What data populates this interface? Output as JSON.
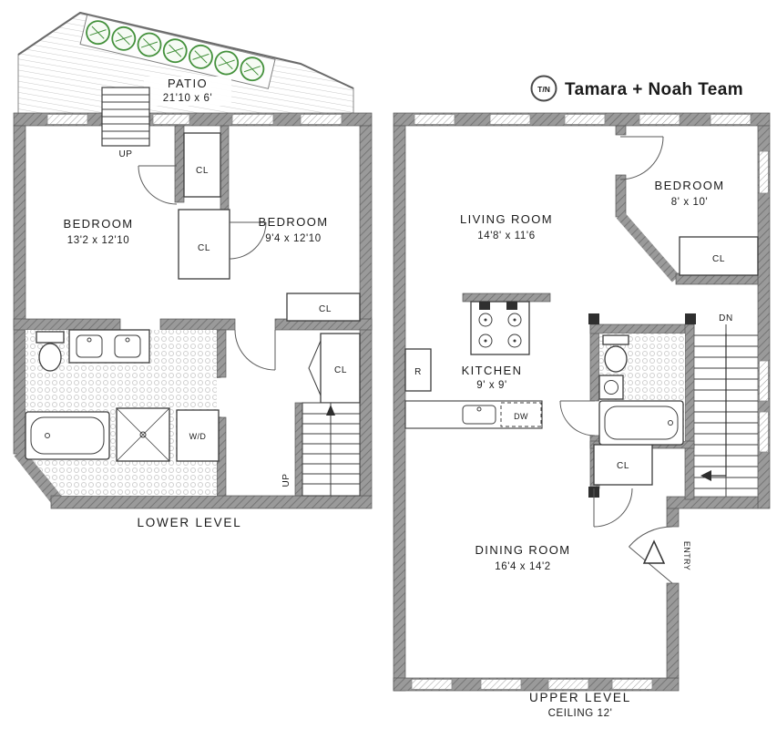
{
  "brand": {
    "monogram": "T/N",
    "team_name": "Tamara + Noah Team"
  },
  "lower_level": {
    "title": "LOWER LEVEL",
    "patio": {
      "label": "PATIO",
      "dims": "21'10 x 6'"
    },
    "bedroom_1": {
      "label": "BEDROOM",
      "dims": "13'2 x 12'10"
    },
    "bedroom_2": {
      "label": "BEDROOM",
      "dims": "9'4 x 12'10"
    },
    "closets": [
      "CL",
      "CL",
      "CL",
      "CL"
    ],
    "washer_dryer_label": "W/D",
    "patio_stairs_label": "UP",
    "stairs_label": "UP"
  },
  "upper_level": {
    "title": "UPPER LEVEL",
    "ceiling": "CEILING 12'",
    "living_room": {
      "label": "LIVING ROOM",
      "dims": "14'8' x 11'6"
    },
    "bedroom": {
      "label": "BEDROOM",
      "dims": "8' x 10'"
    },
    "kitchen": {
      "label": "KITCHEN",
      "dims": "9' x 9'"
    },
    "dining_room": {
      "label": "DINING ROOM",
      "dims": "16'4 x 14'2"
    },
    "closets": [
      "CL",
      "CL"
    ],
    "refrigerator_label": "R",
    "dishwasher_label": "DW",
    "stairs_label": "DN",
    "entry_label": "ENTRY"
  }
}
